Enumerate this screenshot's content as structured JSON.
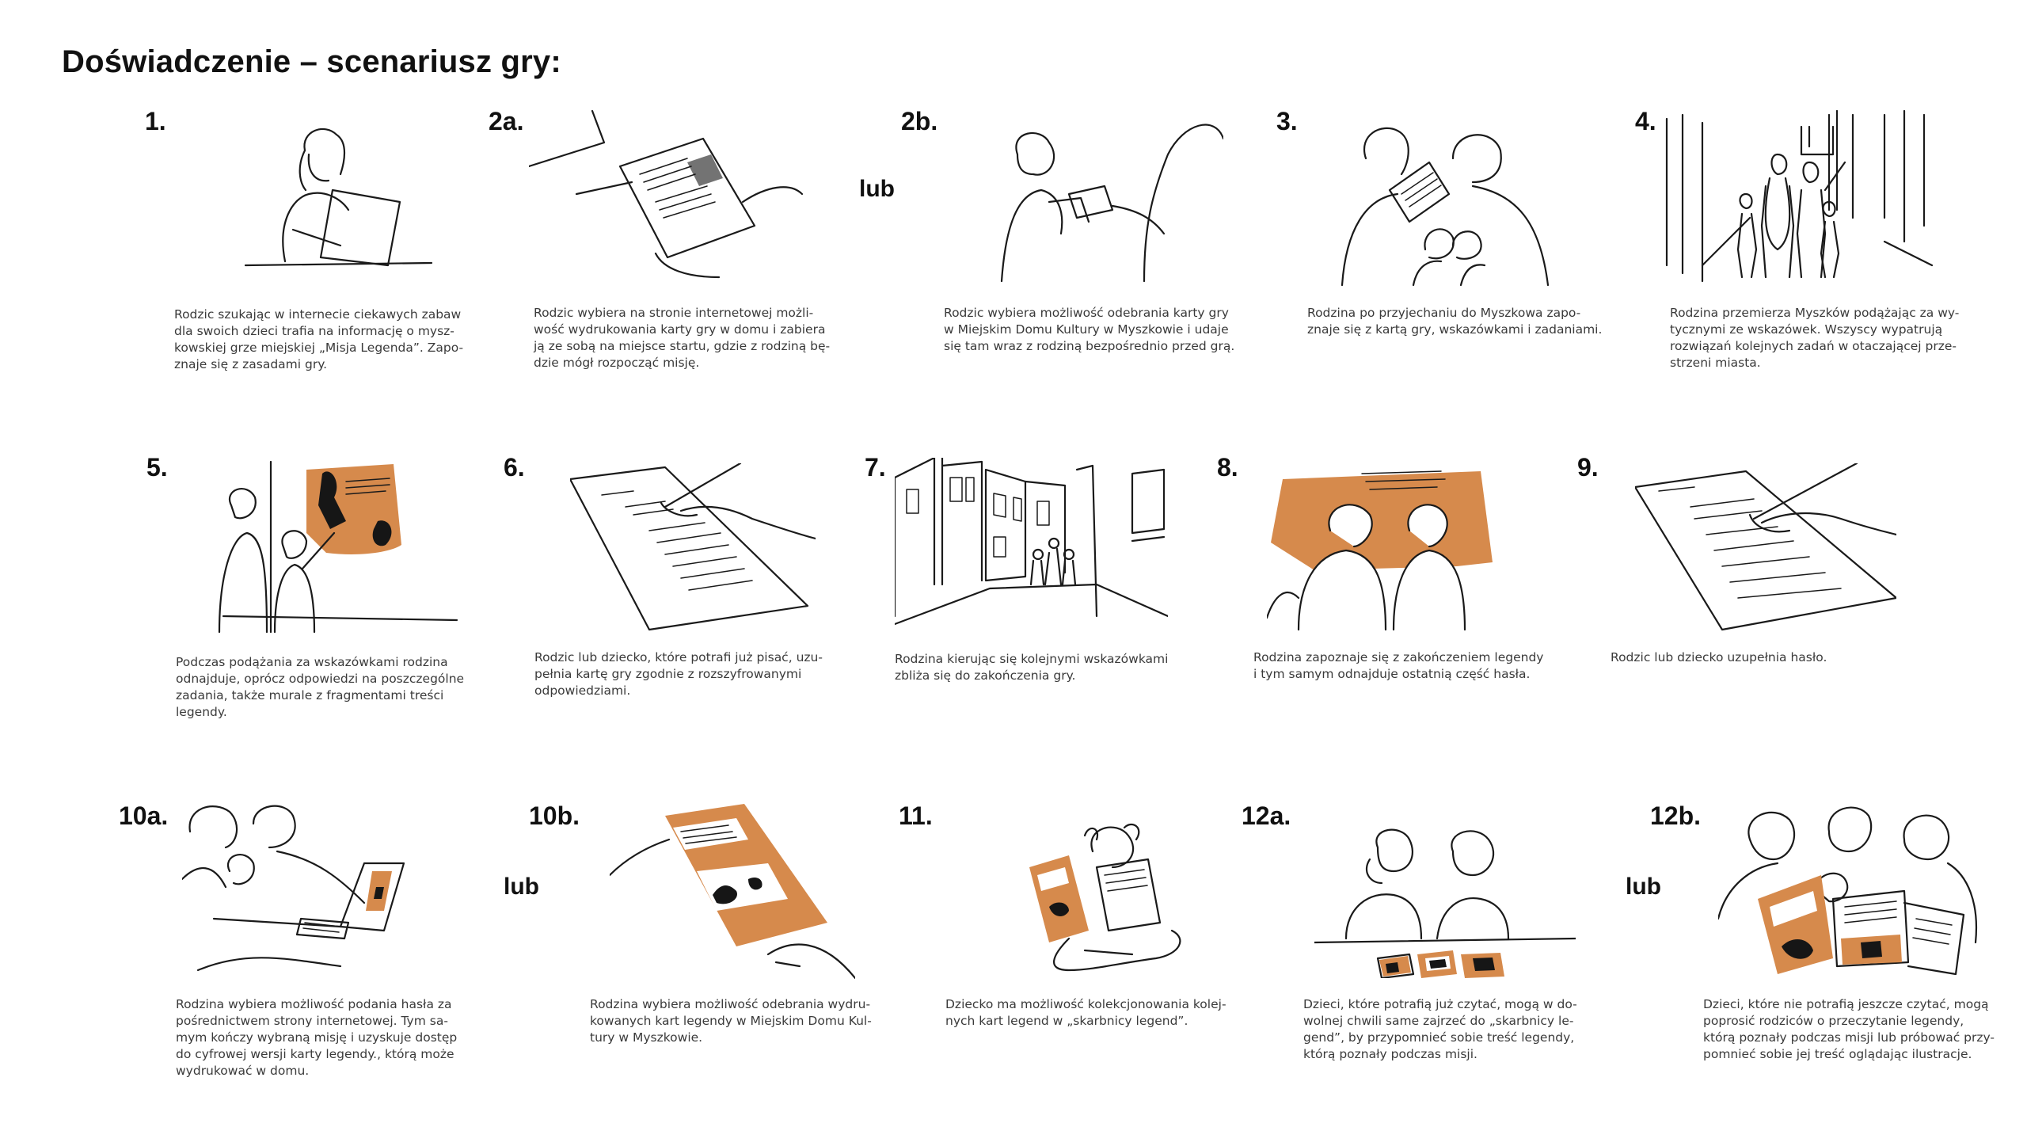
{
  "title": "Doświadczenie – scenariusz gry:",
  "accent_color": "#d68a4c",
  "or_label": "lub",
  "steps": [
    {
      "num": "1.",
      "caption": "Rodzic szukając w internecie ciekawych zabaw\ndla swoich dzieci trafia na informację o mysz-\nkowskiej grze miejskiej „Misja Legenda”. Zapo-\nznaje się z zasadami gry."
    },
    {
      "num": "2a.",
      "caption": "Rodzic wybiera na stronie internetowej możli-\nwość wydrukowania karty gry w domu i zabiera\nją ze sobą na miejsce startu, gdzie z rodziną bę-\ndzie mógł rozpocząć misję."
    },
    {
      "num": "2b.",
      "caption": "Rodzic wybiera możliwość odebrania karty gry\nw Miejskim Domu Kultury w Myszkowie i udaje\nsię tam wraz z rodziną bezpośrednio przed grą."
    },
    {
      "num": "3.",
      "caption": "Rodzina po przyjechaniu do Myszkowa zapo-\nznaje się z kartą gry, wskazówkami i zadaniami."
    },
    {
      "num": "4.",
      "caption": "Rodzina przemierza Myszków podążając za wy-\ntycznymi ze wskazówek. Wszyscy wypatrują\nrozwiązań kolejnych zadań w otaczającej prze-\nstrzeni miasta."
    },
    {
      "num": "5.",
      "caption": "Podczas podążania za wskazówkami rodzina\nodnajduje, oprócz odpowiedzi na poszczególne\nzadania, także murale z fragmentami treści\nlegendy."
    },
    {
      "num": "6.",
      "caption": "Rodzic lub dziecko, które potrafi już pisać, uzu-\npełnia kartę gry zgodnie z rozszyfrowanymi\nodpowiedziami."
    },
    {
      "num": "7.",
      "caption": "Rodzina kierując się kolejnymi wskazówkami\nzbliża się do zakończenia gry."
    },
    {
      "num": "8.",
      "caption": "Rodzina zapoznaje się z zakończeniem legendy\ni tym samym odnajduje ostatnią część hasła."
    },
    {
      "num": "9.",
      "caption": "Rodzic lub dziecko uzupełnia hasło."
    },
    {
      "num": "10a.",
      "caption": "Rodzina wybiera możliwość podania hasła za\npośrednictwem strony internetowej. Tym sa-\nmym kończy wybraną misję i uzyskuje dostęp\ndo cyfrowej wersji karty legendy., którą może\nwydrukować w domu."
    },
    {
      "num": "10b.",
      "caption": "Rodzina wybiera możliwość odebrania wydru-\nkowanych kart legendy w Miejskim Domu Kul-\ntury w Myszkowie."
    },
    {
      "num": "11.",
      "caption": "Dziecko ma możliwość kolekcjonowania kolej-\nnych kart legend w „skarbnicy legend”."
    },
    {
      "num": "12a.",
      "caption": "Dzieci, które potrafią już czytać, mogą w do-\nwolnej chwili same zajrzeć do „skarbnicy le-\ngend”, by przypomnieć sobie treść legendy,\nktórą poznały podczas misji."
    },
    {
      "num": "12b.",
      "caption": "Dzieci, które nie potrafią jeszcze czytać, mogą\npoprosić rodziców o przeczytanie legendy,\nktórą poznały podczas misji lub próbować przy-\npomnieć sobie jej treść oglądając ilustracje."
    }
  ]
}
